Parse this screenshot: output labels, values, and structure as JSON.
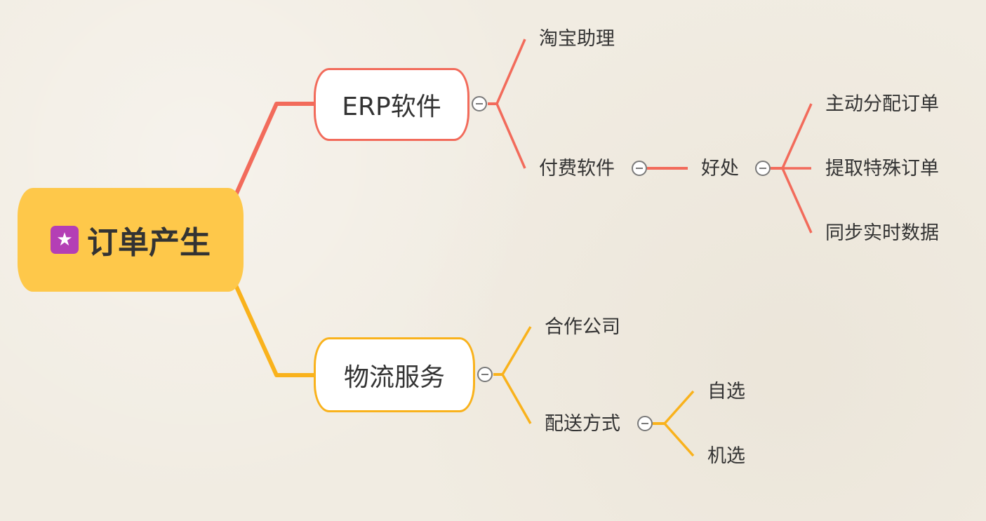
{
  "colors": {
    "background": "#f1ece2",
    "root_fill": "#fec84a",
    "root_badge": "#b43fb5",
    "branch_erp": "#f26b5b",
    "branch_logistics": "#f9b21c",
    "text": "#333333"
  },
  "root": {
    "label": "订单产生",
    "icon": "star-icon",
    "icon_glyph": "★"
  },
  "branches": [
    {
      "label": "ERP软件",
      "children": [
        {
          "label": "淘宝助理"
        },
        {
          "label": "付费软件",
          "children": [
            {
              "label": "好处",
              "children": [
                {
                  "label": "主动分配订单"
                },
                {
                  "label": "提取特殊订单"
                },
                {
                  "label": "同步实时数据"
                }
              ]
            }
          ]
        }
      ]
    },
    {
      "label": "物流服务",
      "children": [
        {
          "label": "合作公司"
        },
        {
          "label": "配送方式",
          "children": [
            {
              "label": "自选"
            },
            {
              "label": "机选"
            }
          ]
        }
      ]
    }
  ]
}
